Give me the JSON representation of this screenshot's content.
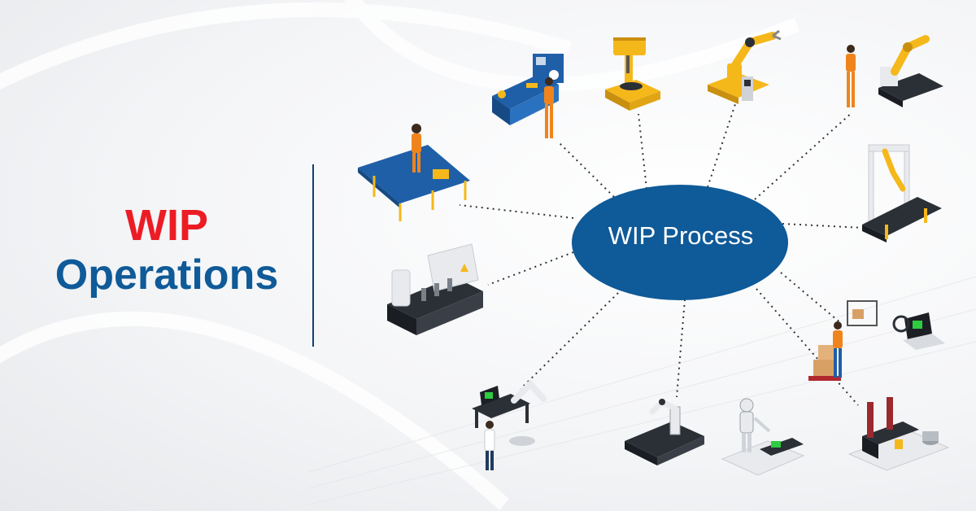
{
  "title": {
    "line1": "WIP",
    "line2": "Operations"
  },
  "hub": {
    "label": "WIP Process",
    "color": "#0f5a98"
  },
  "colors": {
    "accent_red": "#ec1c24",
    "accent_blue": "#0f5a98",
    "divider": "#14406e",
    "machine_yellow": "#f5b81b",
    "machine_dark": "#2b2f36"
  },
  "stations": [
    {
      "name": "lathe-station-icon"
    },
    {
      "name": "drill-press-icon"
    },
    {
      "name": "robot-arm-icon"
    },
    {
      "name": "worker-robot-cell-icon"
    },
    {
      "name": "gantry-robot-conveyor-icon"
    },
    {
      "name": "logistics-worker-ai-laptop-icon"
    },
    {
      "name": "factory-building-icon"
    },
    {
      "name": "humanoid-robot-assembly-icon"
    },
    {
      "name": "robot-arm-conveyor-icon"
    },
    {
      "name": "scientist-robot-workstation-icon"
    },
    {
      "name": "automated-bottling-line-icon"
    },
    {
      "name": "conveyor-worker-icon"
    }
  ]
}
